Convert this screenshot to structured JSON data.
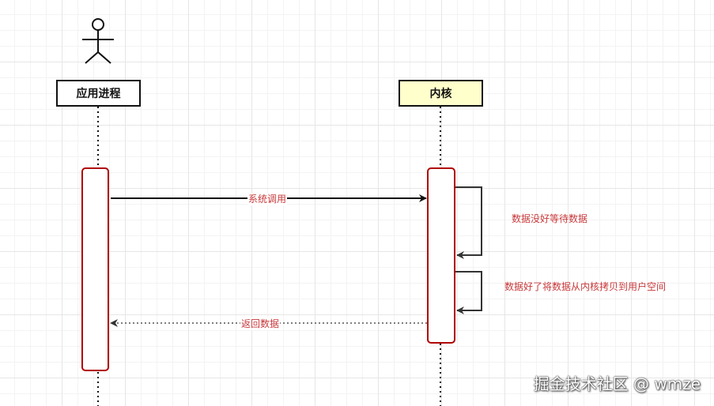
{
  "participants": {
    "app_process": "应用进程",
    "kernel": "内核"
  },
  "messages": {
    "system_call": "系统调用",
    "wait_data": "数据没好等待数据",
    "copy_data": "数据好了将数据从内核拷贝到用户空间",
    "return_data": "返回数据"
  },
  "watermark": "掘金技术社区 @ wmze",
  "colors": {
    "activation_border": "#b00000",
    "label_text": "#c8383a",
    "kernel_fill": "#ffffcc",
    "line": "#111111"
  }
}
